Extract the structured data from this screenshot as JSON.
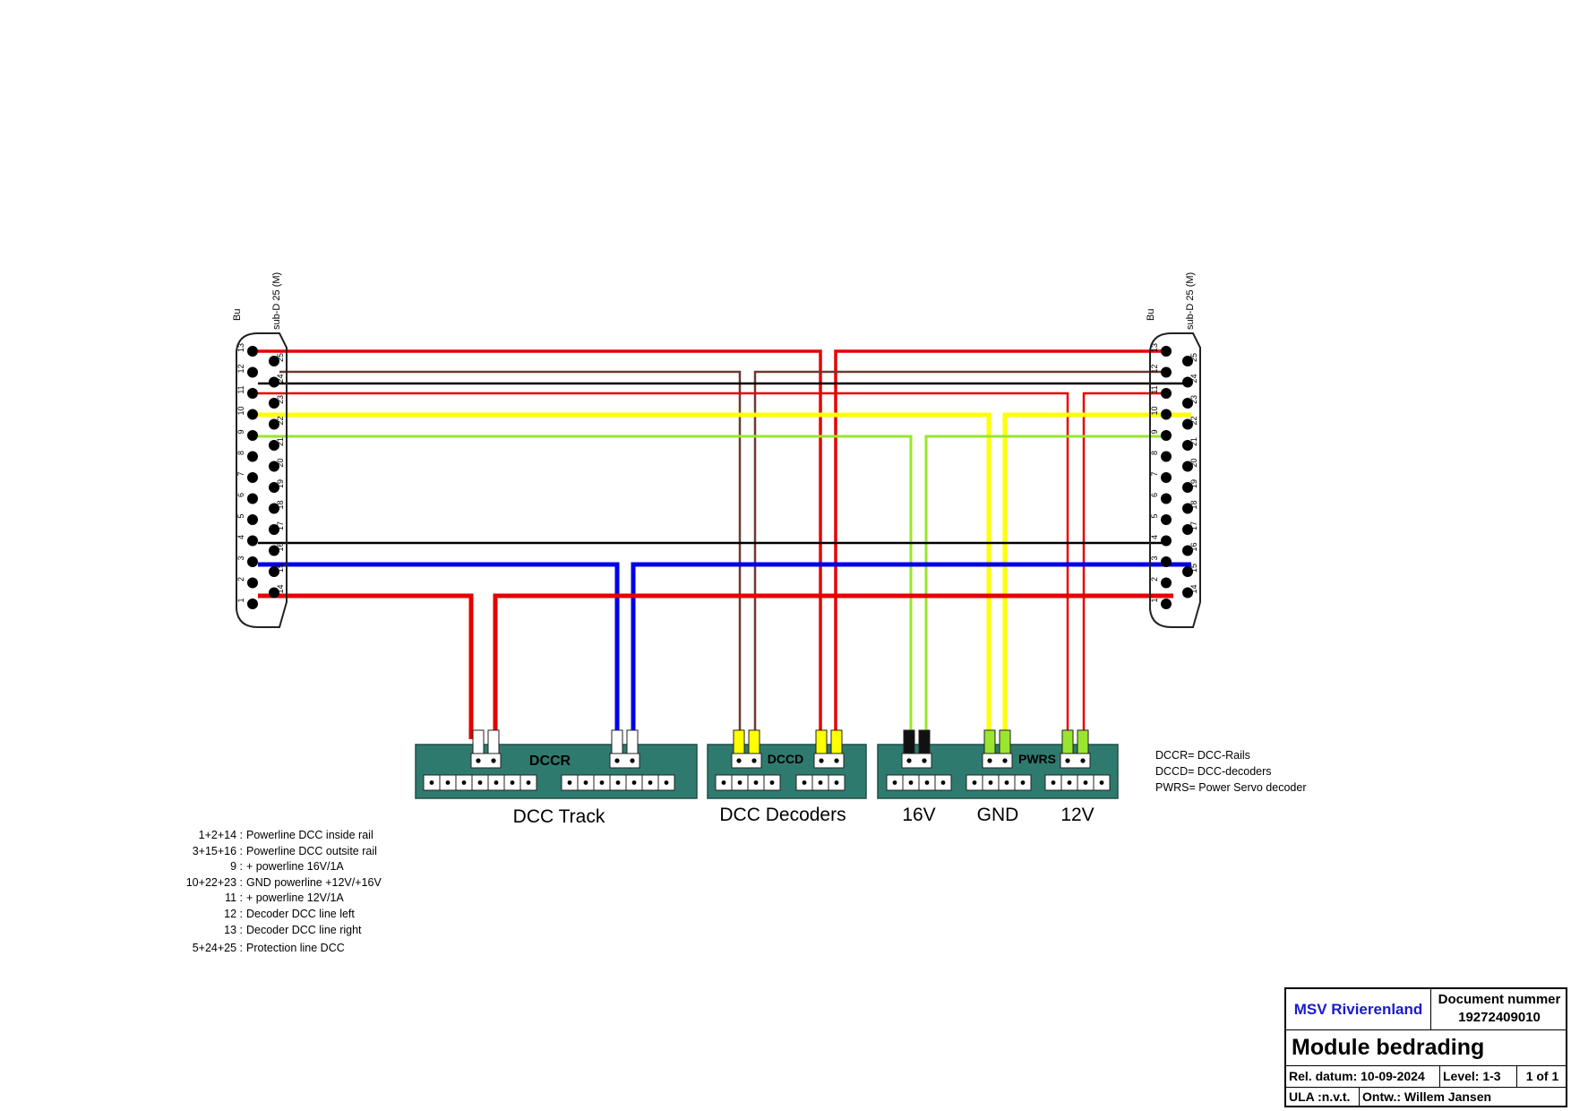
{
  "connectors": {
    "left": {
      "label_bu": "Bu",
      "label_type": "sub-D 25 (M)"
    },
    "right": {
      "label_bu": "Bu",
      "label_type": "sub-D 25 (M)"
    },
    "top_pins": [
      "13",
      "12",
      "11",
      "10",
      "9",
      "8",
      "7",
      "6",
      "5",
      "4",
      "3",
      "2",
      "1"
    ],
    "bottom_pins": [
      "25",
      "24",
      "23",
      "22",
      "21",
      "20",
      "19",
      "18",
      "17",
      "16",
      "15",
      "14"
    ]
  },
  "wire_colors": {
    "red": "#e60000",
    "brown": "#6b3a2e",
    "black": "#000000",
    "yellow": "#ffff00",
    "light_green": "#99e62e",
    "blue": "#0000e6"
  },
  "board_color": "#2f7a6e",
  "boards": {
    "dccr": {
      "label": "DCCR",
      "caption": "DCC Track"
    },
    "dccd": {
      "label": "DCCD",
      "caption": "DCC Decoders"
    },
    "pwrs": {
      "label": "PWRS",
      "captions": [
        "16V",
        "GND",
        "12V"
      ]
    }
  },
  "abbreviations": [
    "DCCR= DCC-Rails",
    "DCCD= DCC-decoders",
    "PWRS= Power Servo decoder"
  ],
  "legend": [
    {
      "pins": "1+2+14 :",
      "desc": "Powerline DCC inside rail"
    },
    {
      "pins": "3+15+16 :",
      "desc": "Powerline DCC outsite rail"
    },
    {
      "pins": "9 :",
      "desc": "+ powerline 16V/1A"
    },
    {
      "pins": "10+22+23 :",
      "desc": " GND powerline +12V/+16V"
    },
    {
      "pins": "11 :",
      "desc": "+ powerline 12V/1A"
    },
    {
      "pins": "12 :",
      "desc": "Decoder DCC line left"
    },
    {
      "pins": "13 :",
      "desc": "Decoder DCC line right"
    },
    {
      "pins": "5+24+25 :",
      "desc": "Protection line DCC"
    }
  ],
  "title_block": {
    "organization": "MSV Rivierenland",
    "doc_number_label": "Document nummer",
    "doc_number": "19272409010",
    "title": "Module bedrading",
    "release_date": "Rel. datum:  10-09-2024",
    "level": "Level: 1-3",
    "sheet": "1 of 1",
    "ula": "ULA :n.v.t.",
    "designer": "Ontw.: Willem Jansen"
  }
}
